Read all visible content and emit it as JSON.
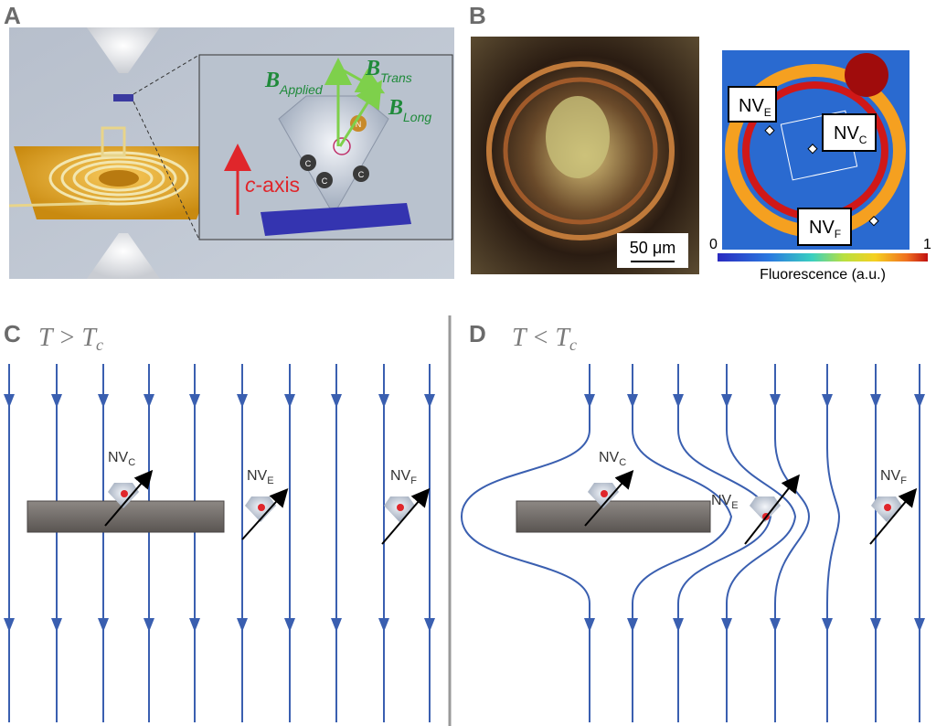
{
  "panels": {
    "a": {
      "letter": "A",
      "b_applied_main": "B",
      "b_applied_sub": "Applied",
      "b_trans_main": "B",
      "b_trans_sub": "Trans",
      "b_long_main": "B",
      "b_long_sub": "Long",
      "caxis_italic": "c",
      "caxis_rest": "-axis",
      "atom_n": "N",
      "atom_c": "C"
    },
    "b": {
      "letter": "B",
      "scale_bar": "50 μm",
      "nv_e_main": "NV",
      "nv_e_sub": "E",
      "nv_c_main": "NV",
      "nv_c_sub": "C",
      "nv_f_main": "NV",
      "nv_f_sub": "F",
      "colorbar_min": "0",
      "colorbar_max": "1",
      "colorbar_label": "Fluorescence (a.u.)"
    },
    "c": {
      "letter": "C",
      "temp_T": "T",
      "temp_op": ">",
      "temp_Tc": "T",
      "temp_c": "c",
      "nv_c_main": "NV",
      "nv_c_sub": "C",
      "nv_e_main": "NV",
      "nv_e_sub": "E",
      "nv_f_main": "NV",
      "nv_f_sub": "F"
    },
    "d": {
      "letter": "D",
      "temp_T": "T",
      "temp_op": "<",
      "temp_Tc": "T",
      "temp_c": "c",
      "nv_c_main": "NV",
      "nv_c_sub": "C",
      "nv_e_main": "NV",
      "nv_e_sub": "E",
      "nv_f_main": "NV",
      "nv_f_sub": "F"
    }
  },
  "colors": {
    "field_line": "#3a5fb0",
    "b_vector": "#7ed04b",
    "c_axis": "#e0262b",
    "panel_label": "#6b6b6b",
    "divider": "#9a9a9a",
    "sample": "#6e6a68"
  }
}
